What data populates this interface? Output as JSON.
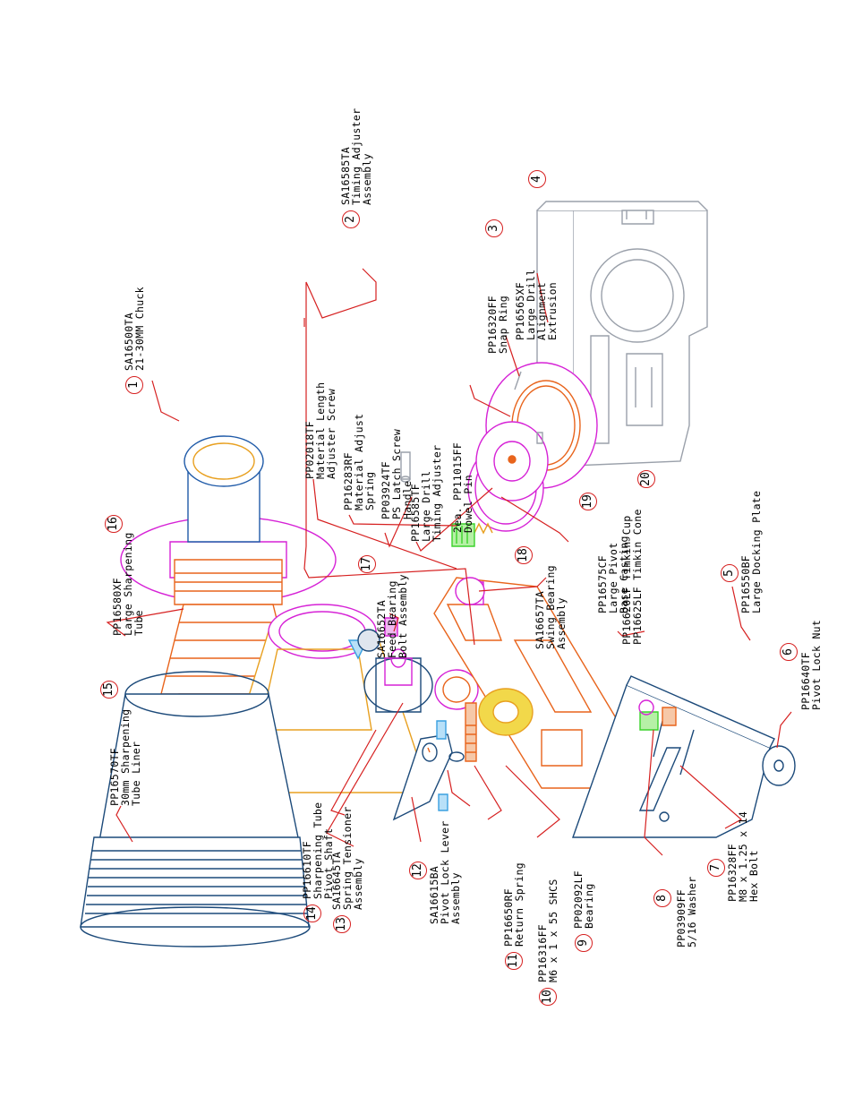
{
  "colors": {
    "leader": "#d62020",
    "orange": "#e8641c",
    "magenta": "#d622d6",
    "blue": "#1f5aa8",
    "navy": "#1c4a7a",
    "grey": "#9aa0aa",
    "gold": "#e8a020",
    "green": "#3ad22a",
    "cyan": "#3aa0e0",
    "yellow": "#f2d84a"
  },
  "callouts": [
    {
      "id": "c1",
      "num": "1",
      "lines": [
        "SA16500TA",
        "21-30MM Chuck"
      ]
    },
    {
      "id": "c2",
      "num": "2",
      "lines": [
        "SA16585TA",
        "Timing Adjuster",
        "Assembly"
      ]
    },
    {
      "id": "c3",
      "num": "3",
      "lines": [
        "PP16320FF",
        "Snap Ring"
      ]
    },
    {
      "id": "c4",
      "num": "4",
      "lines": [
        "PP16565XF",
        "Large Drill",
        "Alignment",
        "Extrusion"
      ]
    },
    {
      "id": "c5",
      "num": "5",
      "lines": [
        "PP16550BF",
        "Large Docking Plate"
      ]
    },
    {
      "id": "c6",
      "num": "6",
      "lines": [
        "PP16640TF",
        "Pivot Lock Nut"
      ]
    },
    {
      "id": "c7",
      "num": "7",
      "lines": [
        "PP16328FF",
        "M8 x 1.25 x 14",
        "Hex Bolt"
      ]
    },
    {
      "id": "c8",
      "num": "8",
      "lines": [
        "PP03909FF",
        "5/16 Washer"
      ]
    },
    {
      "id": "c9",
      "num": "9",
      "lines": [
        "PP02092LF",
        "Bearing"
      ]
    },
    {
      "id": "c10",
      "num": "10",
      "lines": [
        "PP16316FF",
        "M6 x 1 x 55 SHCS"
      ]
    },
    {
      "id": "c11",
      "num": "11",
      "lines": [
        "PP16650RF",
        "Return Spring"
      ]
    },
    {
      "id": "c12",
      "num": "12",
      "lines": [
        "SA16615BA",
        "Pivot Lock Lever",
        "Assembly"
      ]
    },
    {
      "id": "c13",
      "num": "13",
      "lines": [
        "SA16645TA",
        "Spring Tensioner",
        "Assembly"
      ]
    },
    {
      "id": "c14",
      "num": "14",
      "lines": [
        "PP16610TF",
        "Sharpening Tube",
        "Pivot Shaft"
      ]
    },
    {
      "id": "c15",
      "num": "15",
      "lines": [
        "PP16570TF",
        "30mm Sharpening",
        "Tube Liner"
      ]
    },
    {
      "id": "c16",
      "num": "16",
      "lines": [
        "PP16580XF",
        "Large Sharpening",
        "Tube"
      ]
    },
    {
      "id": "c17",
      "num": "17",
      "lines": [
        "SA16652TA",
        "Feed Bearing",
        "Bolt Assembly"
      ]
    },
    {
      "id": "c18",
      "num": "18",
      "lines": [
        "SA16657TA",
        "Swing Bearing",
        "Assembly"
      ]
    },
    {
      "id": "c19",
      "num": "19",
      "lines": [
        "PP16575CF",
        "Large Pivot",
        "Base Casting"
      ]
    },
    {
      "id": "c20",
      "num": "20",
      "lines": [
        "PP16620LF Timkin Cup",
        "PP16625LF Timkin Cone"
      ]
    }
  ],
  "sub_labels": [
    {
      "id": "s1",
      "lines": [
        "PP02018TF",
        "Material Length",
        "Adjuster Screw"
      ]
    },
    {
      "id": "s2",
      "lines": [
        "PP16283RF",
        "Material Adjust",
        "Spring"
      ]
    },
    {
      "id": "s3",
      "lines": [
        "PP03924TF",
        "PS Latch Screw",
        "Handle"
      ]
    },
    {
      "id": "s4",
      "lines": [
        "PP16585TF",
        "Large Drill",
        "Timing Adjuster"
      ]
    },
    {
      "id": "s5",
      "lines": [
        "2ea. PP11015FF",
        "Dowel Pin"
      ]
    }
  ]
}
